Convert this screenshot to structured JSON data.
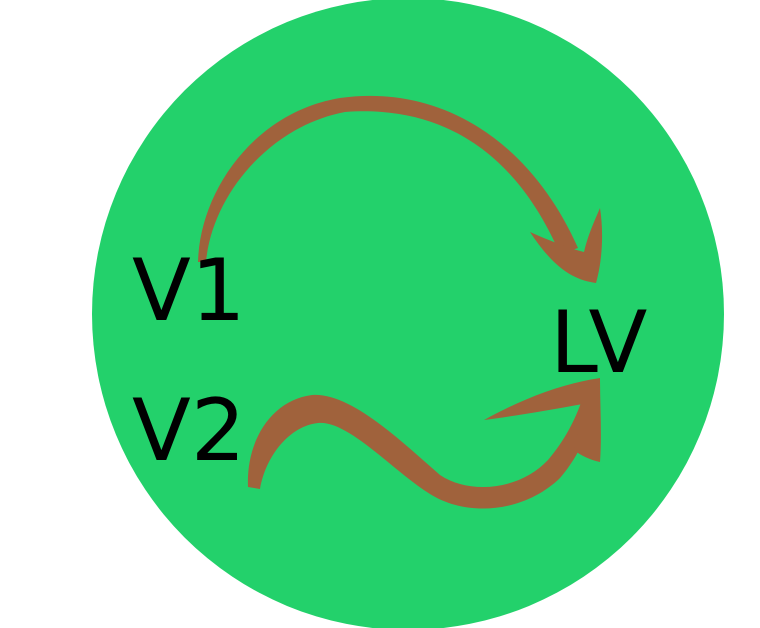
{
  "colors": {
    "background": "#ffffff",
    "circle": "#23D16B",
    "arrow": "#A0623C",
    "text": "#000000"
  },
  "labels": {
    "v1": "V1",
    "v2": "V2",
    "lv": "LV"
  },
  "arrows": [
    {
      "from": "V1",
      "to": "LV",
      "shape": "arc"
    },
    {
      "from": "V2",
      "to": "LV",
      "shape": "wave"
    }
  ]
}
